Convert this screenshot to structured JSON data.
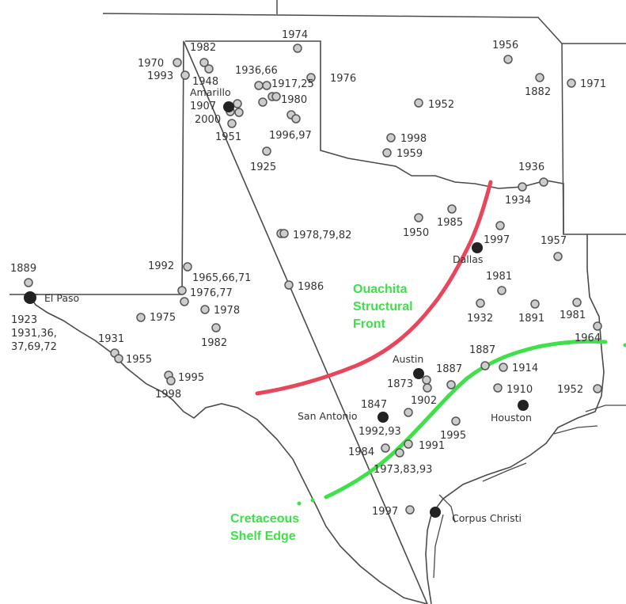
{
  "colors": {
    "ouachita": "#e8465a",
    "cretaceous": "#3fe04a",
    "border": "#4a4a4a",
    "marker": "#cccccc",
    "marker_stroke": "#555555",
    "city_marker": "#222222",
    "text": "#333333"
  },
  "features": {
    "ouachita_line1": "Ouachita",
    "ouachita_line2": "Structural",
    "ouachita_line3": "Front",
    "cretaceous_line1": "Cretaceous",
    "cretaceous_line2": "Shelf Edge"
  },
  "cities": {
    "amarillo": "Amarillo",
    "dallas": "Dallas",
    "el_paso": "El Paso",
    "austin": "Austin",
    "san_antonio": "San Antonio",
    "houston": "Houston",
    "corpus_christi": "Corpus Christi"
  },
  "labels": {
    "l1974": "1974",
    "l1982a": "1982",
    "l1970": "1970",
    "l1993": "1993",
    "l1948": "1948",
    "l1936_66": "1936,66",
    "l1917_25": "1917,25",
    "l1976a": "1976",
    "l1980": "1980",
    "l1907": "1907",
    "l2000": "2000",
    "l1951": "1951",
    "l1996_97": "1996,97",
    "l1925": "1925",
    "l1956": "1956",
    "l1882": "1882",
    "l1971": "1971",
    "l1952a": "1952",
    "l1998a": "1998",
    "l1959": "1959",
    "l1936b": "1936",
    "l1934": "1934",
    "l1985": "1985",
    "l1950": "1950",
    "l1997a": "1997",
    "l1978_79_82": "1978,79,82",
    "l1957": "1957",
    "l1981a": "1981",
    "l1932": "1932",
    "l1891": "1891",
    "l1981b": "1981",
    "l1964": "1964",
    "l1889": "1889",
    "l1992": "1992",
    "l1965_66_71": "1965,66,71",
    "l1976_77": "1976,77",
    "l1986": "1986",
    "l1975": "1975",
    "l1978b": "1978",
    "l1982b": "1982",
    "l1923": "1923",
    "l1931_36": "1931,36,",
    "l37_69_72": "37,69,72",
    "l1931b": "1931",
    "l1955": "1955",
    "l1995a": "1995",
    "l1998b": "1998",
    "l1887a": "1887",
    "l1887b": "1887",
    "l1914": "1914",
    "l1873": "1873",
    "l1910": "1910",
    "l1952b": "1952",
    "l1847": "1847",
    "l1902": "1902",
    "l1992_93": "1992,93",
    "l1995b": "1995",
    "l1984": "1984",
    "l1991": "1991",
    "l1973_83_93": "1973,83,93",
    "l1997b": "1997"
  }
}
